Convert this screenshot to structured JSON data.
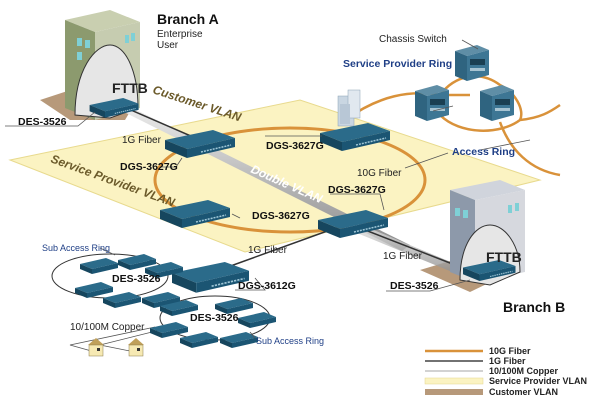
{
  "title": "Metro Ethernet Double VLAN network diagram",
  "colors": {
    "fiber_10g": "#d9923a",
    "fiber_1g": "#333333",
    "copper": "#777777",
    "service_provider_vlan": "#fbf3c2",
    "customer_vlan": "#b7997a",
    "switch": "#1f5673",
    "label_blue": "#1f3f86"
  },
  "branch_a": {
    "title": "Branch A",
    "subtitle_line1": "Enterprise",
    "subtitle_line2": "User",
    "fttb": "FTTB",
    "switch_model": "DES-3526",
    "uplink": "1G Fiber"
  },
  "branch_b": {
    "title": "Branch B",
    "fttb": "FTTB",
    "switch_model": "DES-3526",
    "uplink": "1G Fiber"
  },
  "core": {
    "customer_vlan_label": "Customer VLAN",
    "service_provider_vlan_label": "Service Provider VLAN",
    "double_vlan_label": "Double VLAN",
    "access_ring_label": "Access Ring",
    "ring_link_label": "10G Fiber",
    "downlink_label": "1G Fiber",
    "switches": [
      {
        "model": "DGS-3627G",
        "role": "west"
      },
      {
        "model": "DGS-3627G",
        "role": "north"
      },
      {
        "model": "DGS-3627G",
        "role": "south-west"
      },
      {
        "model": "DGS-3627G",
        "role": "east"
      }
    ]
  },
  "service_provider": {
    "ring_label": "Service Provider Ring",
    "chassis_label": "Chassis Switch"
  },
  "access": {
    "aggregation_switch": "DGS-3612G",
    "sub_ring_label_1": "Sub Access Ring",
    "sub_ring_label_2": "Sub Access Ring",
    "sub_ring_switch_1": "DES-3526",
    "sub_ring_switch_2": "DES-3526",
    "copper_label": "10/100M Copper"
  },
  "legend": [
    {
      "label": "10G Fiber",
      "type": "line",
      "key": "fiber_10g"
    },
    {
      "label": "1G Fiber",
      "type": "line",
      "key": "fiber_1g"
    },
    {
      "label": "10/100M Copper",
      "type": "line",
      "key": "copper"
    },
    {
      "label": "Service Provider VLAN",
      "type": "box",
      "key": "service_provider_vlan"
    },
    {
      "label": "Customer VLAN",
      "type": "box",
      "key": "customer_vlan"
    }
  ]
}
